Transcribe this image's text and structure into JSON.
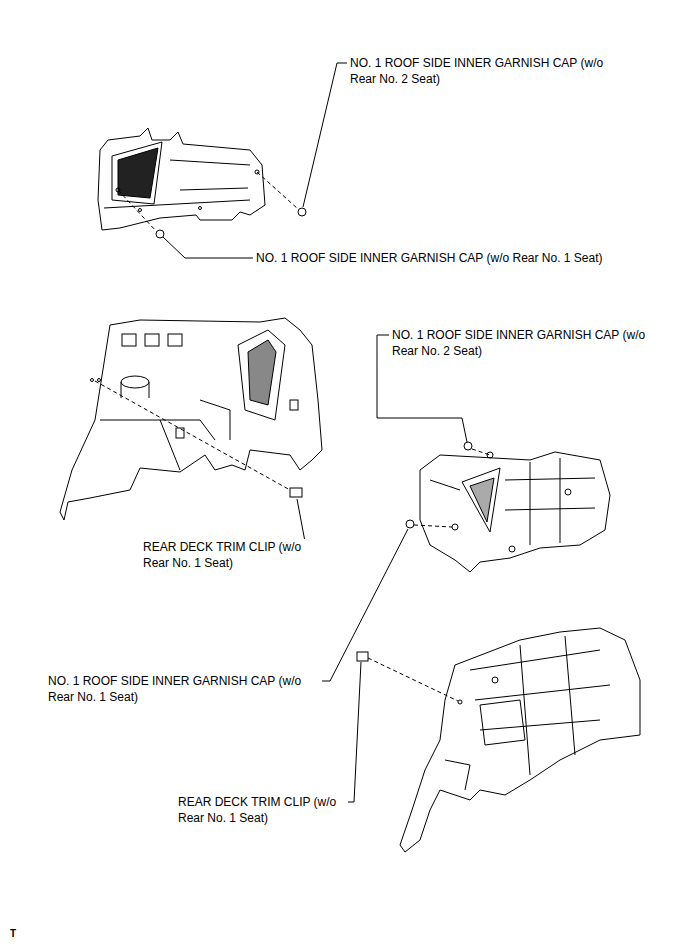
{
  "diagram": {
    "labels": [
      "NO. 1 ROOF SIDE INNER GARNISH CAP (w/o Rear No. 2 Seat)",
      "NO. 1 ROOF SIDE INNER GARNISH CAP (w/o Rear No. 1 Seat)",
      "NO. 1 ROOF SIDE INNER GARNISH CAP (w/o Rear No. 2 Seat)",
      "REAR DECK TRIM CLIP (w/o Rear No. 1 Seat)",
      "NO. 1 ROOF SIDE INNER GARNISH CAP (w/o Rear No. 1 Seat)",
      "REAR DECK TRIM CLIP (w/o Rear No. 1 Seat)",
      "T"
    ]
  }
}
